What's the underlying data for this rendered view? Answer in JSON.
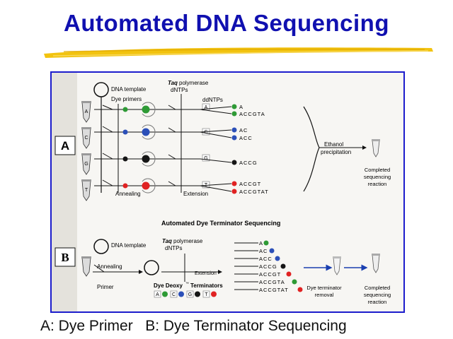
{
  "slide": {
    "title": "Automated DNA Sequencing",
    "caption_a": "A: Dye Primer",
    "caption_b": "B: Dye Terminator Sequencing",
    "accent_color": "#1010b0",
    "highlight_color": "#f2c30f"
  },
  "panel_a": {
    "box_label": "A",
    "dna_template": "DNA template",
    "dye_primers": "Dye primers",
    "taq": "Taq",
    "polymerase": "polymerase",
    "dntps": "dNTPs",
    "ddntps": "ddNTPs",
    "tube_labels": [
      "A",
      "C",
      "G",
      "T"
    ],
    "ddntp_boxes": [
      "A",
      "C",
      "G",
      "T"
    ],
    "products": [
      "A",
      "ACCGTA",
      "AC",
      "ACC",
      "ACCG",
      "ACCGT",
      "ACCGTAT"
    ],
    "annealing": "Annealing",
    "extension": "Extension",
    "ethanol": "Ethanol",
    "precipitation": "precipitation",
    "completed_1": "Completed",
    "completed_2": "sequencing",
    "completed_3": "reaction"
  },
  "section_b_title": "Automated Dye Terminator Sequencing",
  "panel_b": {
    "box_label": "B",
    "dna_template": "DNA template",
    "taq": "Taq",
    "polymerase": "polymerase",
    "dntps": "dNTPs",
    "annealing": "Annealing",
    "extension": "Extension",
    "primer": "Primer",
    "dye_deoxy": "Dye Deoxy",
    "tm": "™",
    "terminators": "Terminators",
    "terminator_boxes": [
      "A",
      "C",
      "G",
      "T"
    ],
    "products": [
      "A",
      "AC",
      "ACC",
      "ACCG",
      "ACCGT",
      "ACCGTA",
      "ACCGTAT"
    ],
    "removal_1": "Dye terminator",
    "removal_2": "removal",
    "completed_1": "Completed",
    "completed_2": "sequencing",
    "completed_3": "reaction"
  },
  "dye_colors": {
    "A": "#2e9a35",
    "C": "#2b4fb8",
    "G": "#151515",
    "T": "#e02222"
  }
}
